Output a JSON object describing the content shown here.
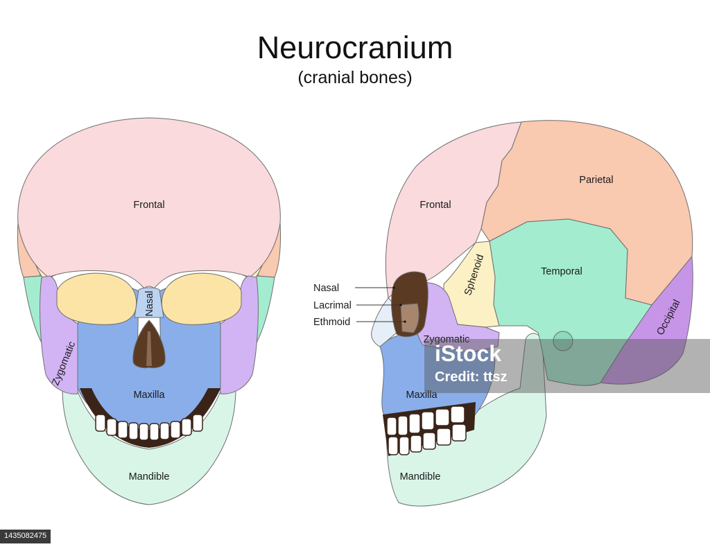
{
  "header": {
    "title": "Neurocranium",
    "subtitle": "(cranial bones)"
  },
  "front_view": {
    "labels": {
      "frontal": "Frontal",
      "nasal": "Nasal",
      "zygomatic": "Zygomatic",
      "maxilla": "Maxilla",
      "mandible": "Mandible"
    }
  },
  "side_view": {
    "labels": {
      "frontal": "Frontal",
      "parietal": "Parietal",
      "sphenoid": "Sphenoid",
      "temporal": "Temporal",
      "occipital": "Occipital",
      "nasal": "Nasal",
      "lacrimal": "Lacrimal",
      "ethmoid": "Ethmoid",
      "zygomatic": "Zygomatic",
      "maxilla": "Maxilla",
      "mandible": "Mandible"
    }
  },
  "colors": {
    "frontal": "#fadadd",
    "parietal": "#f9c9b0",
    "temporal": "#a4ecd0",
    "occipital": "#c795e8",
    "sphenoid": "#fbf1c4",
    "zygomatic": "#d2b4f5",
    "maxilla": "#89aeea",
    "mandible": "#d8f5e8",
    "nasal": "#bcd3f2",
    "orbit": "#fbe4a6",
    "cavity": "#5b3a24",
    "ethmoid": "#a8866e"
  },
  "watermark": {
    "logo": "iStock",
    "credit": "Credit: ttsz"
  },
  "stock_id": "1435082475"
}
